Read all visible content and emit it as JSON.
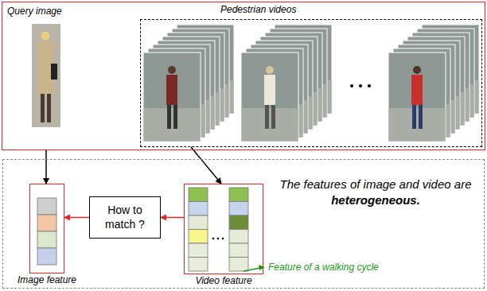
{
  "diagram": {
    "nodes": [
      {
        "text": [
          "Query image"
        ]
      },
      {
        "text": [
          "Pedestrian videos"
        ],
        "in": 0
      },
      {
        "text": []
      },
      {
        "text": [
          "Image feature"
        ],
        "in": 2
      },
      {
        "text": [
          "How to match ?"
        ],
        "in": 2
      },
      {
        "text": [
          "Video feature"
        ],
        "in": 2
      }
    ],
    "edges": [
      {
        "from": 0,
        "to": 3,
        "arrow": "to"
      },
      {
        "from": 1,
        "to": 5,
        "arrow": "to"
      },
      {
        "from": 4,
        "to": 3,
        "arrow": "to"
      },
      {
        "from": 5,
        "to": 4,
        "arrow": "to"
      }
    ],
    "labels": [
      "The features of image and video are",
      "heterogeneous.",
      "Feature of a walking cycle"
    ]
  }
}
